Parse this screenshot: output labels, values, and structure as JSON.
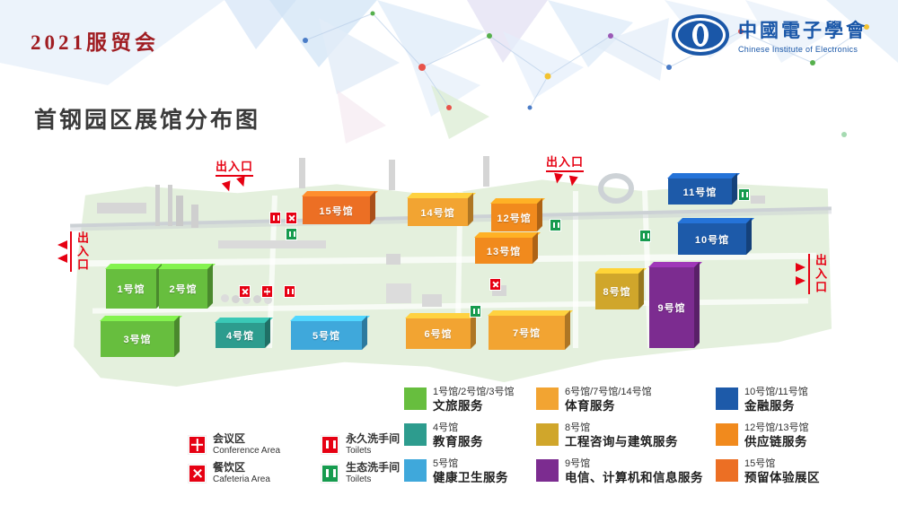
{
  "page": {
    "event_title": "2021服贸会",
    "map_title": "首钢园区展馆分布图"
  },
  "logo": {
    "name_cn": "中國電子學會",
    "name_en": "Chinese Institute of Electronics"
  },
  "colors": {
    "accent_red": "#E60012",
    "map_ground": "#E4F0DD",
    "eco_green": "#169B4E"
  },
  "icons": {
    "cafeteria": "red square with white cross",
    "conference": "red square with white grid",
    "toilet_permanent": "red square with white figures",
    "toilet_eco": "green square with white figures",
    "entrance_arrow": "red solid arrow"
  },
  "map": {
    "entrance_label": "出入口",
    "halls": [
      {
        "label": "1号馆",
        "color": "#67BE3E"
      },
      {
        "label": "2号馆",
        "color": "#67BE3E"
      },
      {
        "label": "3号馆",
        "color": "#67BE3E"
      },
      {
        "label": "4号馆",
        "color": "#2D9C8E"
      },
      {
        "label": "5号馆",
        "color": "#3FA8DB"
      },
      {
        "label": "6号馆",
        "color": "#F2A432"
      },
      {
        "label": "7号馆",
        "color": "#F2A432"
      },
      {
        "label": "8号馆",
        "color": "#D0A62B"
      },
      {
        "label": "9号馆",
        "color": "#7C2C90"
      },
      {
        "label": "10号馆",
        "color": "#1D5AA9"
      },
      {
        "label": "11号馆",
        "color": "#1D5AA9"
      },
      {
        "label": "12号馆",
        "color": "#F18A1D"
      },
      {
        "label": "13号馆",
        "color": "#F18A1D"
      },
      {
        "label": "14号馆",
        "color": "#F2A432"
      },
      {
        "label": "15号馆",
        "color": "#EC6F24"
      }
    ]
  },
  "legend": {
    "facilities": [
      {
        "cn": "会议区",
        "en": "Conference Area"
      },
      {
        "cn": "餐饮区",
        "en": "Cafeteria Area"
      },
      {
        "cn": "永久洗手间",
        "en": "Toilets"
      },
      {
        "cn": "生态洗手间",
        "en": "Toilets"
      }
    ],
    "categories": [
      {
        "halls": "1号馆/2号馆/3号馆",
        "service": "文旅服务",
        "color": "#67BE3E"
      },
      {
        "halls": "4号馆",
        "service": "教育服务",
        "color": "#2D9C8E"
      },
      {
        "halls": "5号馆",
        "service": "健康卫生服务",
        "color": "#3FA8DB"
      },
      {
        "halls": "6号馆/7号馆/14号馆",
        "service": "体育服务",
        "color": "#F2A432"
      },
      {
        "halls": "8号馆",
        "service": "工程咨询与建筑服务",
        "color": "#D0A62B"
      },
      {
        "halls": "9号馆",
        "service": "电信、计算机和信息服务",
        "color": "#7C2C90"
      },
      {
        "halls": "10号馆/11号馆",
        "service": "金融服务",
        "color": "#1D5AA9"
      },
      {
        "halls": "12号馆/13号馆",
        "service": "供应链服务",
        "color": "#F18A1D"
      },
      {
        "halls": "15号馆",
        "service": "预留体验展区",
        "color": "#EC6F24"
      }
    ]
  }
}
